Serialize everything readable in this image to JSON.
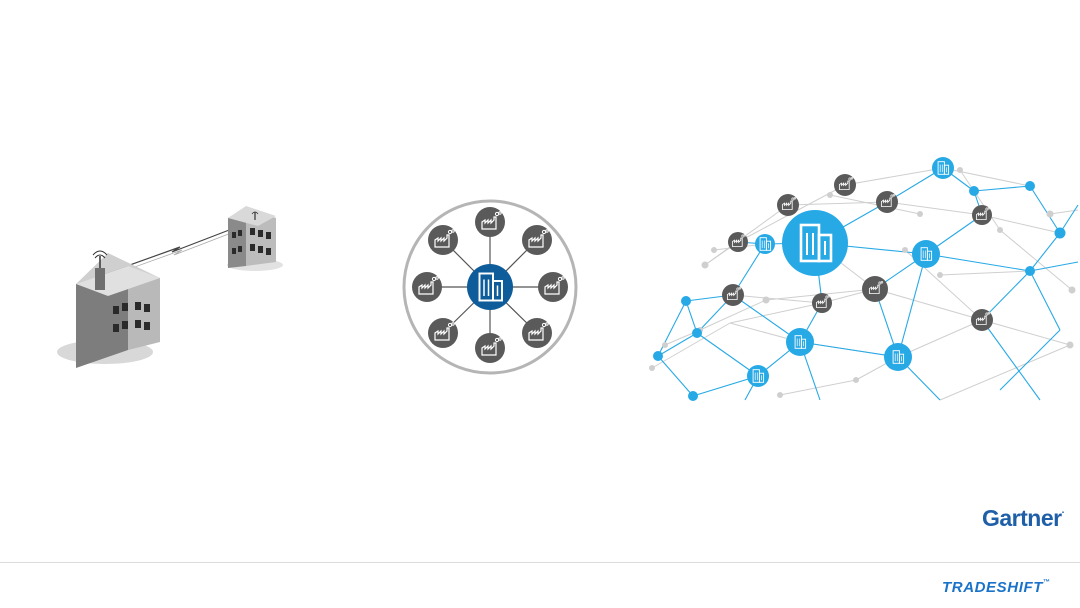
{
  "diagrams": {
    "point_to_point": {
      "icon": "two-buildings-wireless-link"
    },
    "hub_and_spoke": {
      "hub_icon": "office-building-icon",
      "spoke_icon": "factory-icon",
      "spoke_count": 8
    },
    "network": {
      "icons": [
        "office-building-icon",
        "factory-icon"
      ]
    }
  },
  "logos": {
    "gartner": "Gartner",
    "gartner_mark": ".",
    "tradeshift": "TRADESHIFT",
    "tradeshift_mark": "™"
  },
  "colors": {
    "hub_blue": "#0f5c9a",
    "network_blue": "#27a9e6",
    "factory_gray": "#5a5a5a",
    "ring_gray": "#b5b5b5",
    "gartner_blue": "#1f5fa8",
    "tradeshift_blue": "#1a73c9"
  }
}
